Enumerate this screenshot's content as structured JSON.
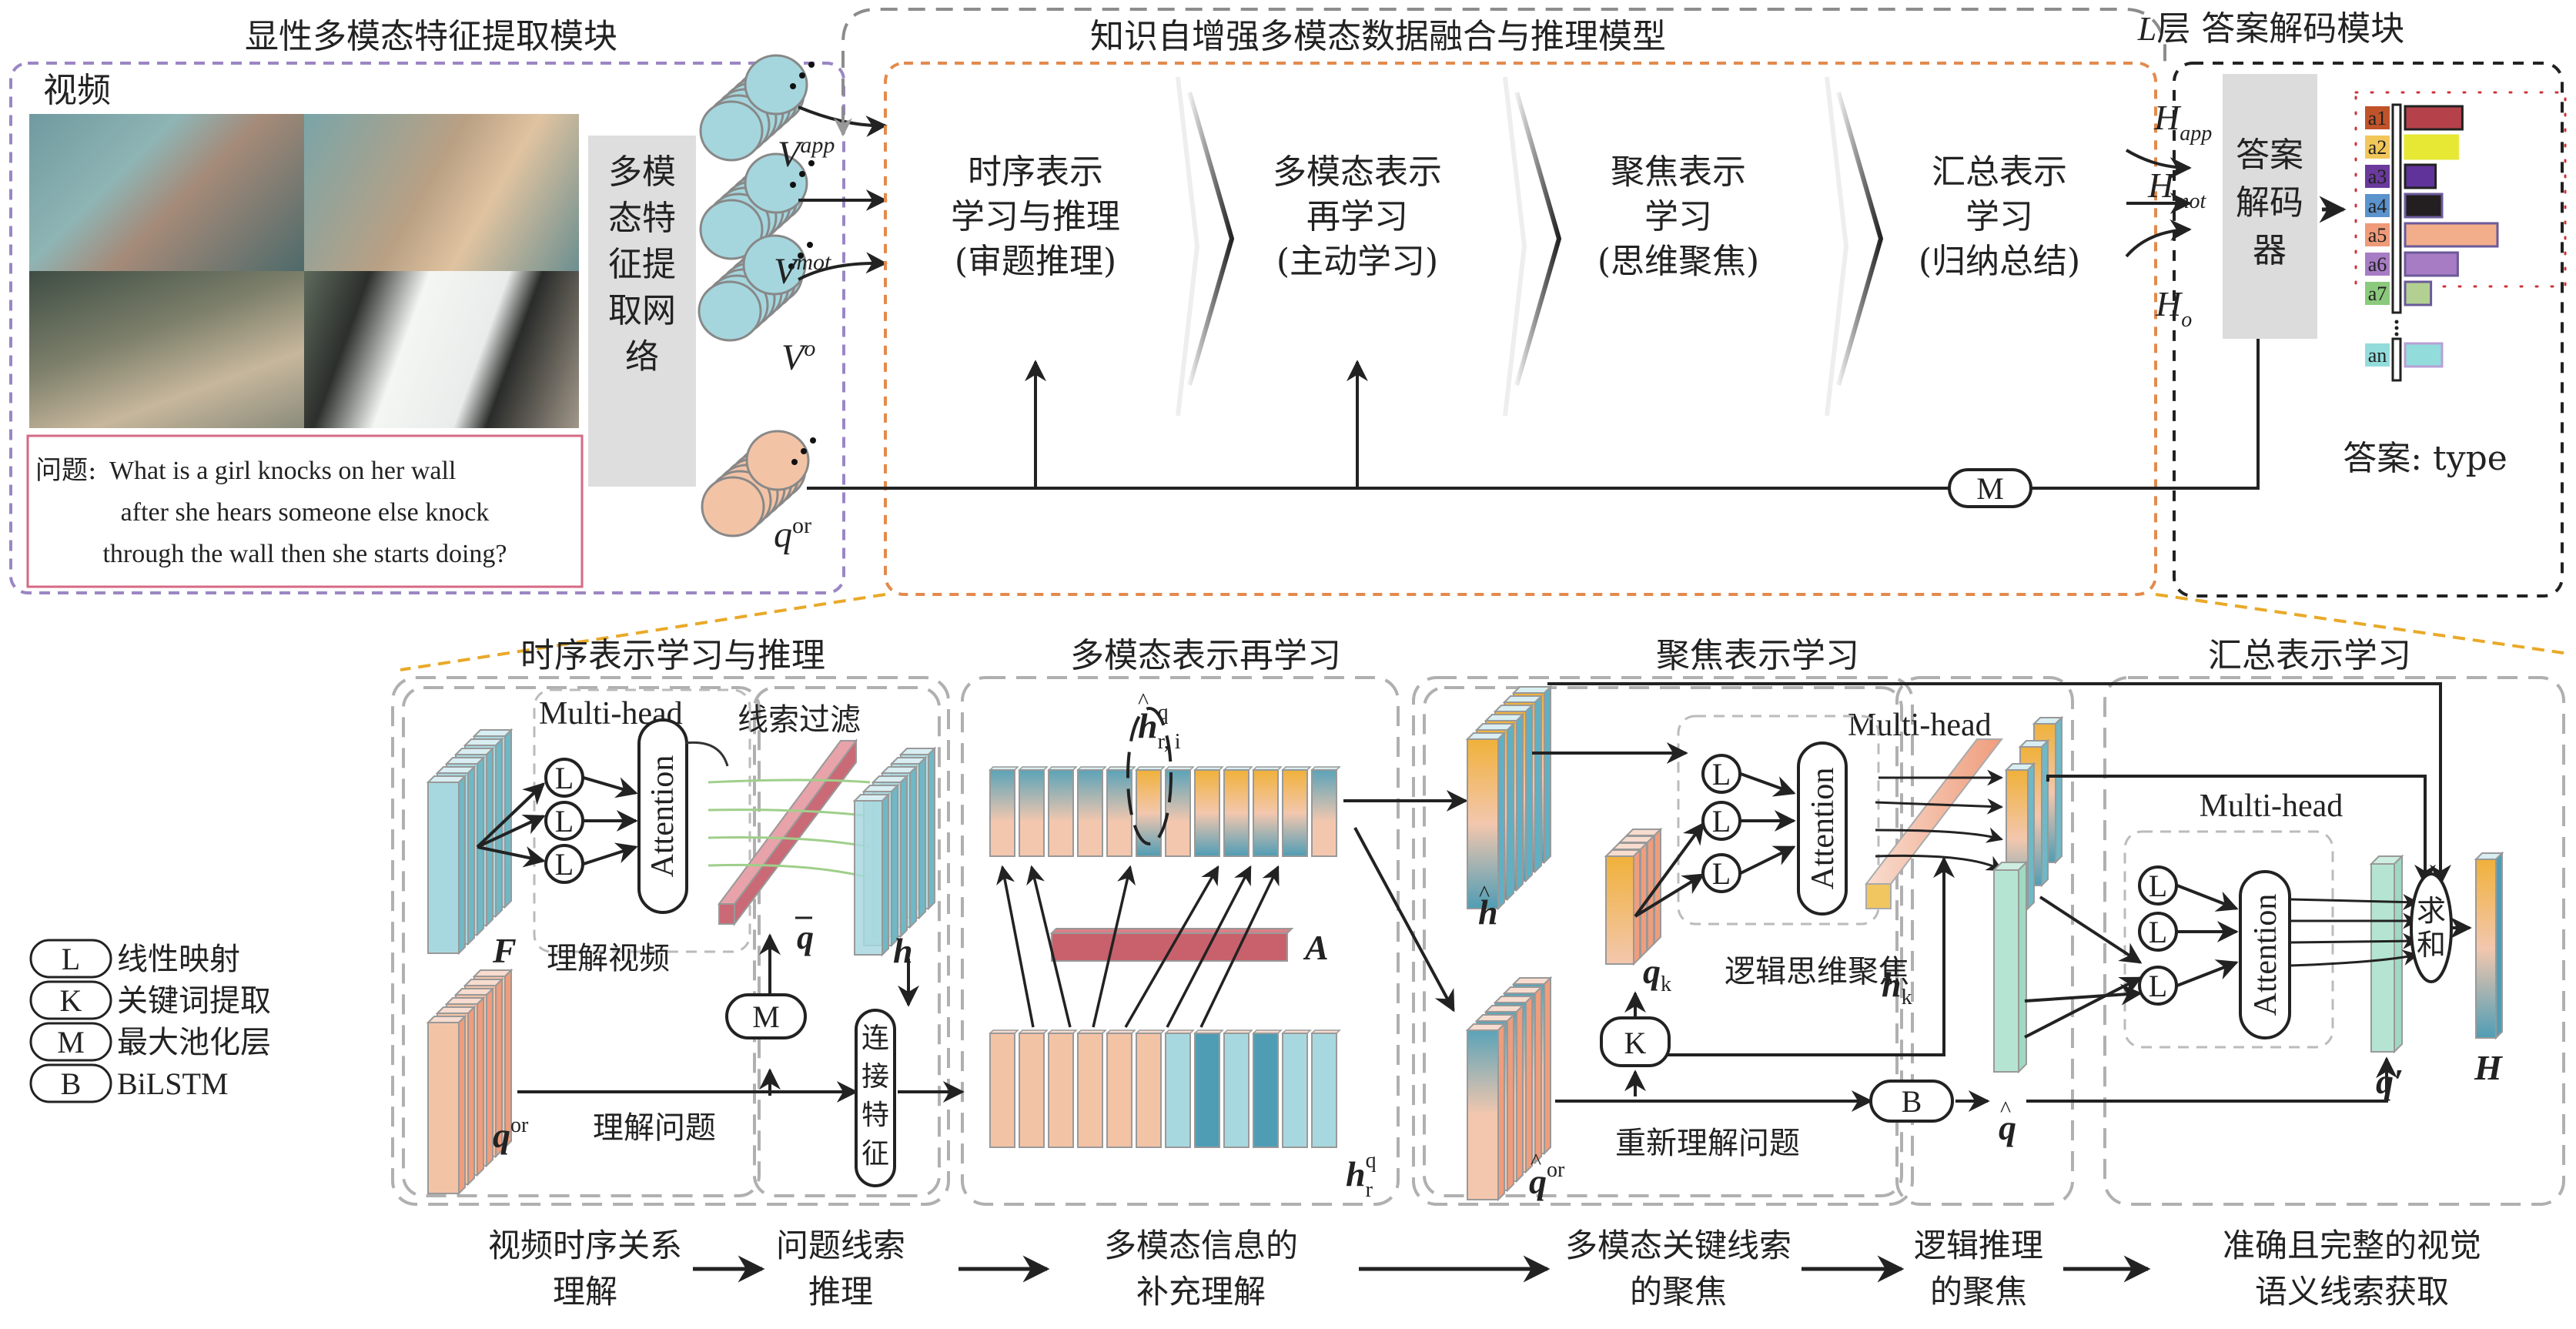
{
  "top": {
    "feature_module_title": "显性多模态特征提取模块",
    "video_label": "视频",
    "question_prefix": "问题:",
    "question_lines": [
      "What is a girl knocks on her wall",
      "after she hears someone else knock",
      "through the wall then she starts doing?"
    ],
    "extractor_label_lines": [
      "多模",
      "态特",
      "征提",
      "取网",
      "络"
    ],
    "features": {
      "v_app": "app",
      "v_mot": "mot",
      "v_o": "o",
      "q_or": "or",
      "V": "V",
      "q": "q"
    },
    "fusion_title": "知识自增强多模态数据融合与推理模型",
    "stages": [
      {
        "lines": [
          "时序表示",
          "学习与推理",
          "(审题推理)"
        ]
      },
      {
        "lines": [
          "多模态表示",
          "再学习",
          "(主动学习)"
        ]
      },
      {
        "lines": [
          "聚焦表示",
          "学习",
          "(思维聚焦)"
        ]
      },
      {
        "lines": [
          "汇总表示",
          "学习",
          "(归纳总结)"
        ]
      }
    ],
    "m_node": "M",
    "decoder_title_L": "L",
    "decoder_title": "层 答案解码模块",
    "h_inputs": [
      {
        "H": "H",
        "sub": "app"
      },
      {
        "H": "H",
        "sub": "mot"
      },
      {
        "H": "H",
        "sub": "o"
      }
    ],
    "decoder_label_lines": [
      "答案",
      "解码",
      "器"
    ],
    "answers": [
      {
        "label": "a1",
        "tag_color": "#c0532a",
        "bar_color": "#b5424a",
        "border": "#222222",
        "score": 0.62
      },
      {
        "label": "a2",
        "tag_color": "#f2c75a",
        "bar_color": "#e6e834",
        "border": "#e6e834",
        "score": 0.57
      },
      {
        "label": "a3",
        "tag_color": "#6a3a9c",
        "bar_color": "#5f3399",
        "border": "#222222",
        "score": 0.33
      },
      {
        "label": "a4",
        "tag_color": "#5b93cc",
        "bar_color": "#231f20",
        "border": "#6b5a9a",
        "score": 0.4
      },
      {
        "label": "a5",
        "tag_color": "#ef9a78",
        "bar_color": "#f2ae8a",
        "border": "#6b5a9a",
        "score": 1.0
      },
      {
        "label": "a6",
        "tag_color": "#a77cc4",
        "bar_color": "#a77cc4",
        "border": "#6b5a9a",
        "score": 0.57
      },
      {
        "label": "a7",
        "tag_color": "#8bc97c",
        "bar_color": "#b2d091",
        "border": "#6b5a9a",
        "score": 0.28
      },
      {
        "label": "an",
        "tag_color": "#93dcdc",
        "bar_color": "#93dcdc",
        "border": "#b9a0d6",
        "score": 0.4
      }
    ],
    "answer_type": "答案: type"
  },
  "legend": [
    {
      "key": "L",
      "desc": "线性映射"
    },
    {
      "key": "K",
      "desc": "关键词提取"
    },
    {
      "key": "M",
      "desc": "最大池化层"
    },
    {
      "key": "B",
      "desc": "BiLSTM"
    }
  ],
  "bottom": {
    "sections": [
      "时序表示学习与推理",
      "多模态表示再学习",
      "聚焦表示学习",
      "汇总表示学习"
    ],
    "multi_head": "Multi-head",
    "attention": "Attention",
    "clue_filter": "线索过滤",
    "understand_video": "理解视频",
    "understand_question": "理解问题",
    "concat_lines": [
      "连",
      "接",
      "特",
      "征"
    ],
    "re_understand": "重新理解问题",
    "logic_focus": "逻辑思维聚焦",
    "sum_lines": [
      "求",
      "和"
    ],
    "L": "L",
    "K": "K",
    "M": "M",
    "B": "B",
    "symbols": {
      "F": "F",
      "q_or": "q",
      "or": "or",
      "q_bar": "q",
      "h": "h",
      "h_hat_q_ri": "h",
      "sup_q": "q",
      "sub_ri": "r, i",
      "A": "A",
      "h_r_q": "h",
      "sub_r": "r",
      "h_hat": "h",
      "q_hat_or": "q",
      "q_k": "q",
      "sub_k": "k",
      "h_k": "h",
      "q_hat": "q",
      "q_hat_prime": "q′",
      "H": "H"
    }
  },
  "flow": [
    [
      "视频时序关系",
      "理解"
    ],
    [
      "问题线索",
      "推理"
    ],
    [
      "多模态信息的",
      "补充理解"
    ],
    [
      "多模态关键线索",
      "的聚焦"
    ],
    [
      "逻辑推理",
      "的聚焦"
    ],
    [
      "准确且完整的视觉",
      "语义线索获取"
    ]
  ]
}
